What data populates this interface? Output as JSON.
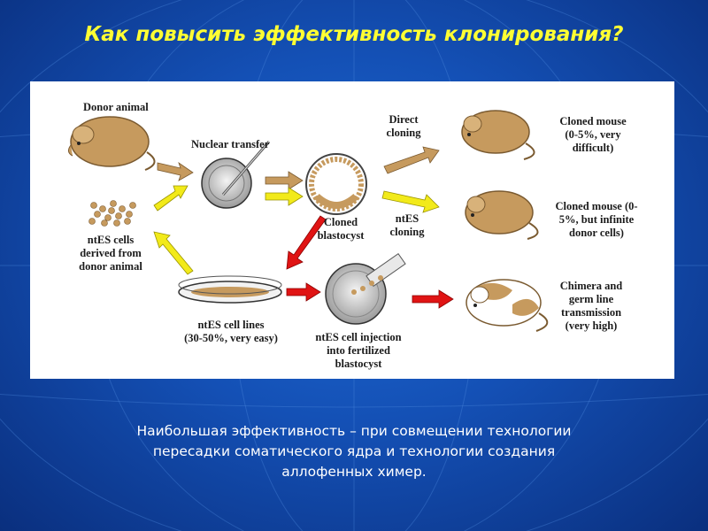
{
  "slide": {
    "title": "Как повысить эффективность клонирования?",
    "caption_lines": [
      "Наибольшая эффективность – при совмещении технологии",
      "пересадки соматического ядра и технологии создания",
      "аллофенных химер."
    ]
  },
  "diagram": {
    "donor_animal": "Donor animal",
    "nuclear_transfer": "Nuclear transfer",
    "direct_cloning": [
      "Direct",
      "cloning"
    ],
    "cloned_mouse_1": [
      "Cloned mouse",
      "(0-5%, very",
      "difficult)"
    ],
    "cloned_blastocyst": [
      "Cloned",
      "blastocyst"
    ],
    "ntes_cloning": [
      "ntES",
      "cloning"
    ],
    "cloned_mouse_2": [
      "Cloned mouse (0-",
      "5%, but infinite",
      "donor cells)"
    ],
    "ntes_cells": [
      "ntES cells",
      "derived from",
      "donor animal"
    ],
    "chimera": [
      "Chimera and",
      "germ line",
      "transmission",
      "(very high)"
    ],
    "ntes_cell_lines": [
      "ntES cell lines",
      "(30-50%, very easy)"
    ],
    "ntes_injection": [
      "ntES cell injection",
      "into fertilized",
      "blastocyst"
    ]
  },
  "colors": {
    "title": "#ffff33",
    "mouse": "#c69a5e",
    "arrow_tan": "#c69a5e",
    "arrow_yellow": "#f2ea1a",
    "arrow_red": "#e01414"
  }
}
